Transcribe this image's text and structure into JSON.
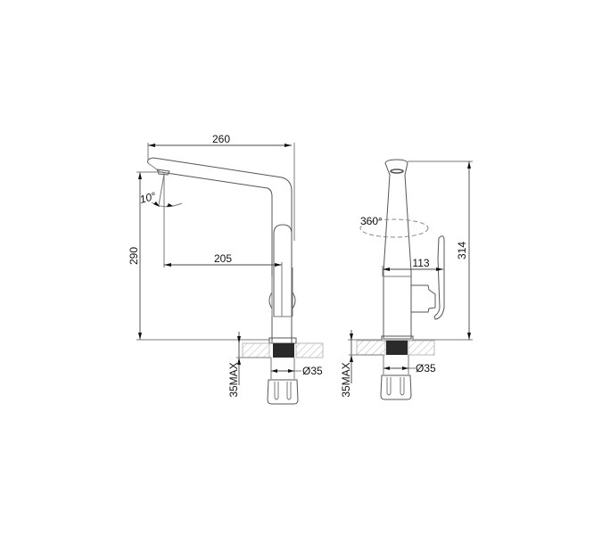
{
  "drawing": {
    "title": "Kitchen faucet dimension drawing",
    "views": [
      "front-view",
      "side-view"
    ]
  },
  "front_view": {
    "dims": {
      "overall_reach": "260",
      "height": "290",
      "spout_reach": "205",
      "spout_angle": "10°",
      "counter_thickness": "35MAX",
      "hole_diameter": "Ø35"
    }
  },
  "side_view": {
    "dims": {
      "overall_height": "314",
      "handle_depth": "113",
      "rotation": "360°",
      "counter_thickness": "35MAX",
      "hole_diameter": "Ø35"
    }
  }
}
